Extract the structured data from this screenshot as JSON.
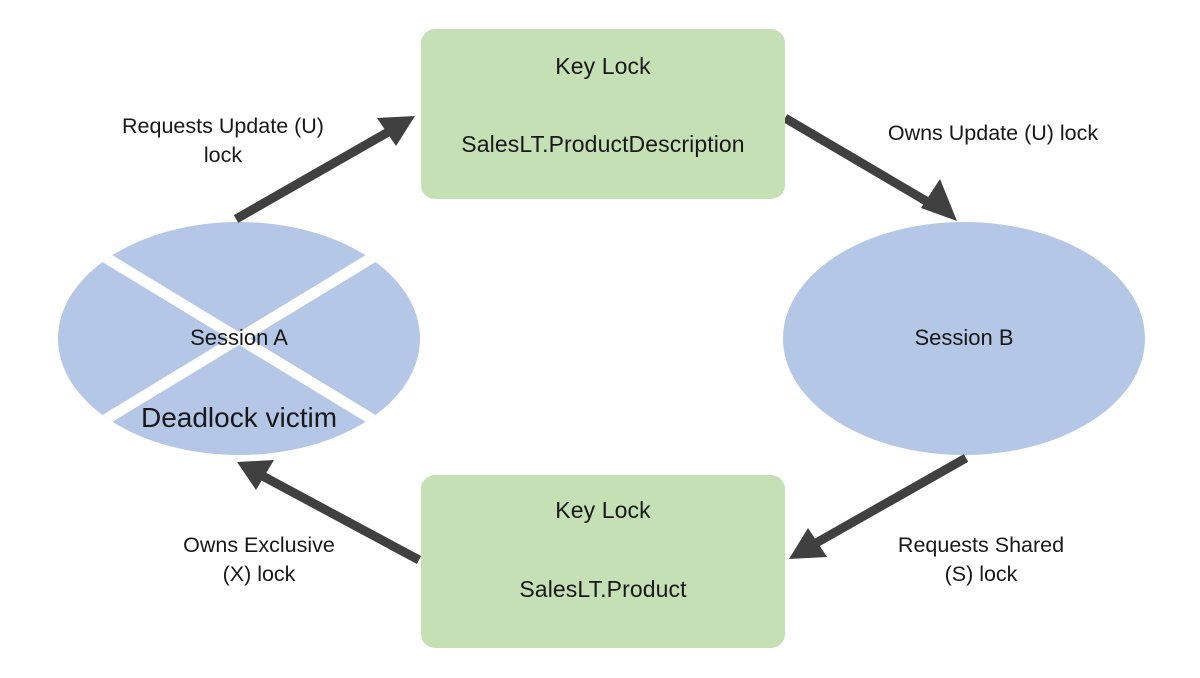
{
  "diagram": {
    "title": "SQL Server deadlock cycle diagram",
    "colors": {
      "lock_box_fill": "#C5E0B4",
      "session_fill": "#B4C7E7",
      "arrow": "#404040",
      "text": "#181818",
      "cross": "#FFFFFF",
      "background": "#FFFFFF"
    },
    "nodes": {
      "top_lock": {
        "kind": "Key Lock",
        "resource": "SalesLT.ProductDescription"
      },
      "bottom_lock": {
        "kind": "Key Lock",
        "resource": "SalesLT.Product"
      },
      "session_a": {
        "name": "Session A",
        "status": "Deadlock victim"
      },
      "session_b": {
        "name": "Session B"
      }
    },
    "edges": [
      {
        "id": "a-requests-u",
        "label": "Requests Update (U)\nlock",
        "from": "session_a",
        "to": "top_lock"
      },
      {
        "id": "b-owns-u",
        "label": "Owns Update (U) lock",
        "from": "top_lock",
        "to": "session_b"
      },
      {
        "id": "b-requests-s",
        "label": "Requests Shared\n(S) lock",
        "from": "session_b",
        "to": "bottom_lock"
      },
      {
        "id": "a-owns-x",
        "label": "Owns Exclusive\n(X) lock",
        "from": "bottom_lock",
        "to": "session_a"
      }
    ]
  }
}
